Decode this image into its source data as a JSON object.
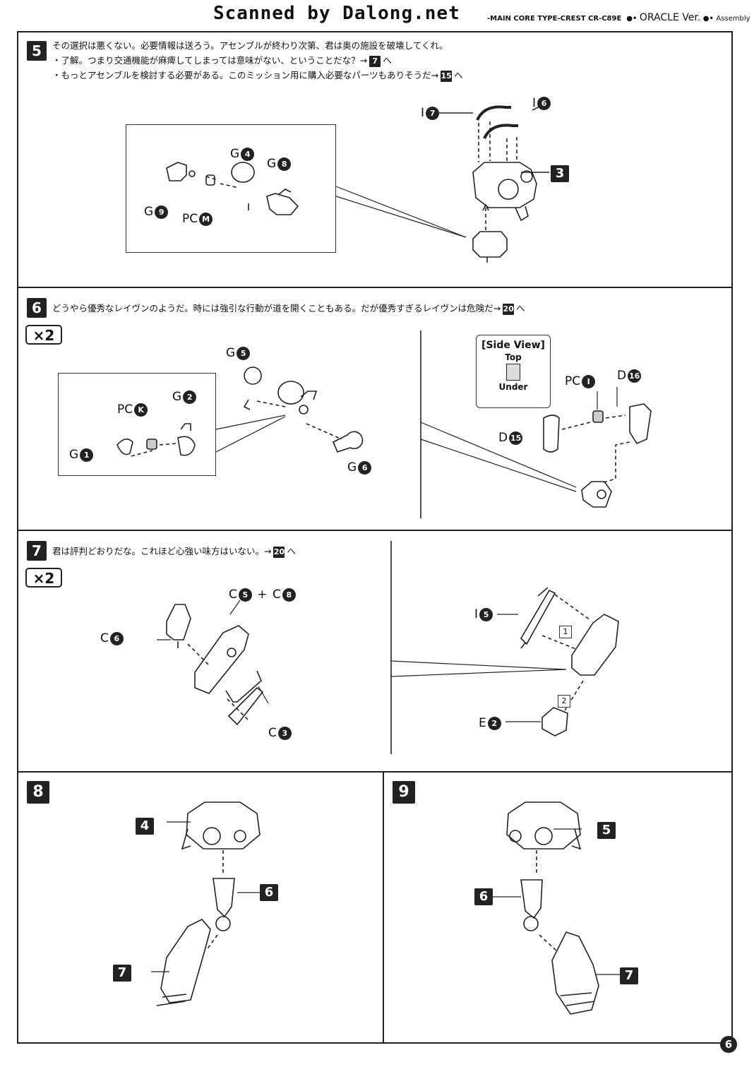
{
  "header": {
    "scan_credit": "Scanned by Dalong.net",
    "model_code": "-MAIN CORE TYPE-CREST  CR-C89E",
    "version": "ORACLE Ver.",
    "section": "Assembly"
  },
  "steps": {
    "s5": {
      "number": "5",
      "text": "その選択は悪くない。必要情報は送ろう。アセンブルが終わり次第、君は奥の施設を破壊してくれ。",
      "option1": "・了解。つまり交通機能が麻痺してしまっては意味がない、ということだな？→",
      "option1_ref": "7",
      "option2": "・もっとアセンブルを検討する必要がある。このミッション用に購入必要なパーツもありそうだ→",
      "option2_ref": "15",
      "suffix": "へ",
      "parts": [
        {
          "letter": "G",
          "num": "4"
        },
        {
          "letter": "G",
          "num": "8"
        },
        {
          "letter": "G",
          "num": "9"
        },
        {
          "letter": "PC",
          "num": "M"
        },
        {
          "letter": "I",
          "num": "7"
        },
        {
          "letter": "I",
          "num": "6"
        }
      ],
      "callout": "3"
    },
    "s6": {
      "number": "6",
      "text": "どうやら優秀なレイヴンのようだ。時には強引な行動が道を開くこともある。だが優秀すぎるレイヴンは危険だ→",
      "ref": "20",
      "suffix": "へ",
      "multiplier": "×2",
      "parts": [
        {
          "letter": "G",
          "num": "5"
        },
        {
          "letter": "G",
          "num": "2"
        },
        {
          "letter": "PC",
          "num": "K"
        },
        {
          "letter": "G",
          "num": "1"
        },
        {
          "letter": "G",
          "num": "6"
        },
        {
          "letter": "PC",
          "num": "I"
        },
        {
          "letter": "D",
          "num": "16"
        },
        {
          "letter": "D",
          "num": "15"
        }
      ],
      "side_view": {
        "title": "[Side View]",
        "top": "Top",
        "under": "Under"
      }
    },
    "s7": {
      "number": "7",
      "text": "君は評判どおりだな。これほど心強い味方はいない。→",
      "ref": "20",
      "suffix": "へ",
      "multiplier": "×2",
      "parts": [
        {
          "letter": "C",
          "num": "5"
        },
        {
          "letter": "C",
          "num": "8"
        },
        {
          "letter": "C",
          "num": "6"
        },
        {
          "letter": "C",
          "num": "3"
        },
        {
          "letter": "I",
          "num": "5"
        },
        {
          "letter": "E",
          "num": "2"
        }
      ],
      "order": [
        "1",
        "2"
      ]
    },
    "s8": {
      "number": "8",
      "callouts": [
        "4",
        "6",
        "7"
      ]
    },
    "s9": {
      "number": "9",
      "callouts": [
        "5",
        "6",
        "7"
      ]
    }
  },
  "page_number": "6"
}
